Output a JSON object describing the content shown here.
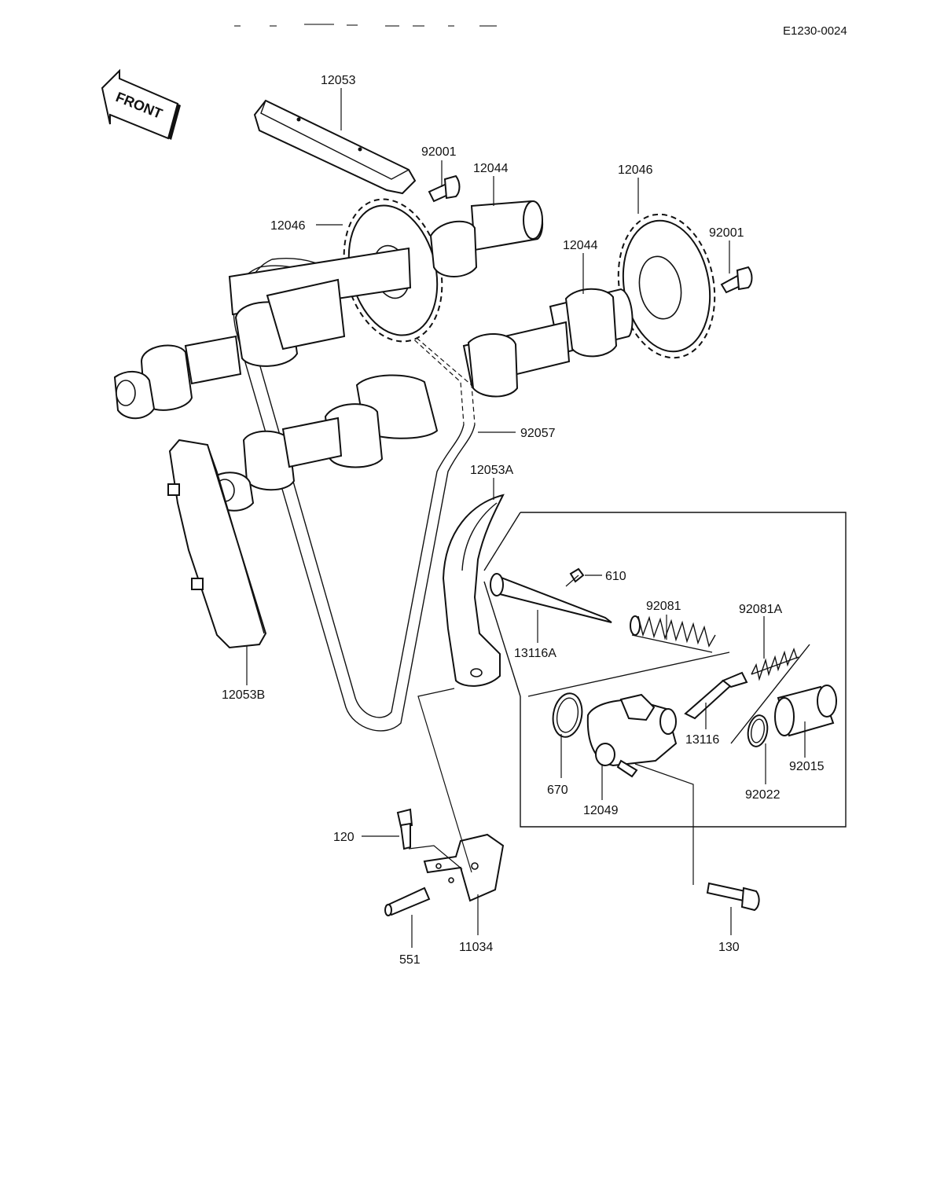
{
  "header": {
    "code": "E1230-0024"
  },
  "front_arrow": {
    "label": "FRONT"
  },
  "callouts": {
    "c12053": "12053",
    "c92001_top": "92001",
    "c12044_top": "12044",
    "c12046_right": "12046",
    "c12046_left": "12046",
    "c92001_right": "92001",
    "c12044_mid": "12044",
    "c92057": "92057",
    "c12053A": "12053A",
    "c610": "610",
    "c92081": "92081",
    "c92081A": "92081A",
    "c13116A": "13116A",
    "c12053B": "12053B",
    "c13116": "13116",
    "c92015": "92015",
    "c670": "670",
    "c92022": "92022",
    "c12049": "12049",
    "c120": "120",
    "c551": "551",
    "c11034": "11034",
    "c130": "130"
  }
}
